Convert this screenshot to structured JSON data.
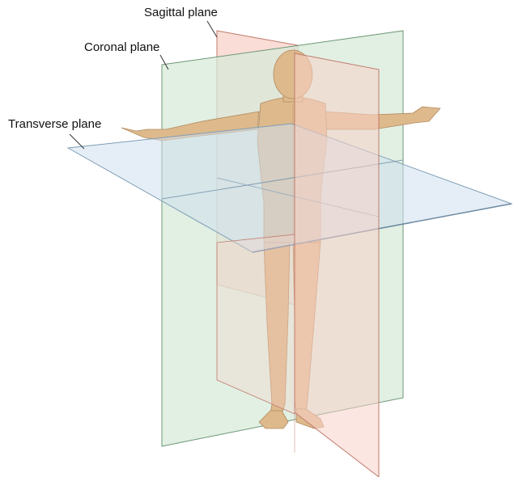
{
  "labels": {
    "sagittal": "Sagittal plane",
    "coronal": "Coronal plane",
    "transverse": "Transverse plane"
  },
  "colors": {
    "sagittal_fill": "#f7d2c8",
    "sagittal_edge": "#c07a6c",
    "coronal_fill": "#d5ead8",
    "coronal_edge": "#6e9677",
    "transverse_fill": "#cfe0ee",
    "transverse_edge": "#7f9db6",
    "skin": "#ddb98c",
    "skin_shadow": "#c49a6c",
    "leader_line": "#333333"
  },
  "icons": {
    "figure": "human-figure-anatomical-position"
  }
}
